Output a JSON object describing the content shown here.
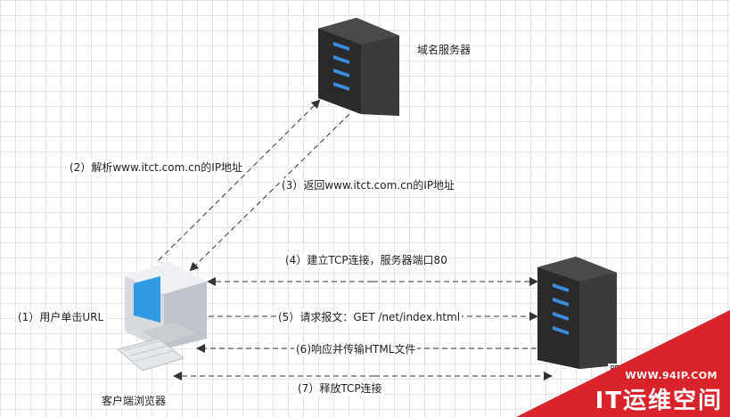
{
  "nodes": {
    "dns_server_label": "域名服务器",
    "client_label": "客户端浏览器",
    "web_server_label_partial": "服"
  },
  "steps": {
    "s1": "(1）用户单击URL",
    "s2": "(2）解析www.itct.com.cn的IP地址",
    "s3": "(3）返回www.itct.com.cn的IP地址",
    "s4": "(4）建立TCP连接，服务器端口80",
    "s5": "(5）请求报文：GET /net/index.html",
    "s6": "(6)响应并传输HTML文件",
    "s7": "(7）释放TCP连接"
  },
  "watermark": {
    "url": "WWW.94IP.COM",
    "brand": "IT运维空间"
  },
  "colors": {
    "server_body": "#2f2f2f",
    "server_light": "#3a8ee0",
    "arrow": "#333333",
    "watermark": "#d8232a"
  }
}
